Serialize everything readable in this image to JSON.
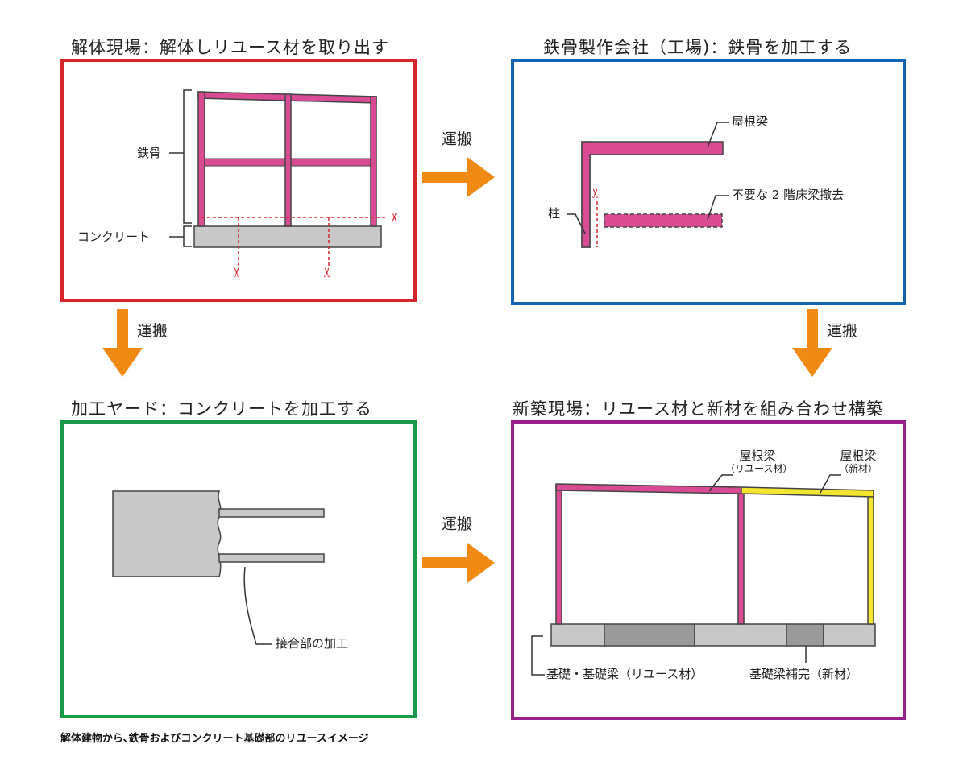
{
  "colors": {
    "demolition": "#d7262b",
    "factory": "#1464b4",
    "yard": "#1a9a48",
    "newsite": "#97208a",
    "arrow": "#f08a12",
    "steel_reuse": "#d94b93",
    "steel_new": "#f2e630",
    "concrete": "#c8c8c8",
    "concrete_dark": "#9a9a9a",
    "outline": "#444444"
  },
  "panels": {
    "demolition": {
      "title": "解体現場：解体しリユース材を取り出す",
      "label_steel": "鉄骨",
      "label_concrete": "コンクリート"
    },
    "factory": {
      "title": "鉄骨製作会社（工場)：鉄骨を加工する",
      "label_roof_beam": "屋根梁",
      "label_remove": "不要な 2 階床梁撤去",
      "label_column": "柱"
    },
    "yard": {
      "title": "加工ヤード：コンクリートを加工する",
      "label_joint": "接合部の加工"
    },
    "newsite": {
      "title": "新築現場：リユース材と新材を組み合わせ構築",
      "label_roof_beam_reuse": "屋根梁",
      "label_roof_beam_reuse_note": "（リユース材）",
      "label_roof_beam_new": "屋根梁",
      "label_roof_beam_new_note": "（新材）",
      "label_foundation": "基礎・基礎梁（リユース材）",
      "label_foundation_new": "基礎梁補完（新材）"
    }
  },
  "arrows": {
    "transport_1": "運搬",
    "transport_2": "運搬",
    "transport_3": "運搬",
    "transport_4": "運搬"
  },
  "icons": {
    "cut": "scissors-icon",
    "cut_glyph": "✂"
  },
  "caption": "解体建物から､鉄骨およびコンクリート基礎部のリユースイメージ"
}
